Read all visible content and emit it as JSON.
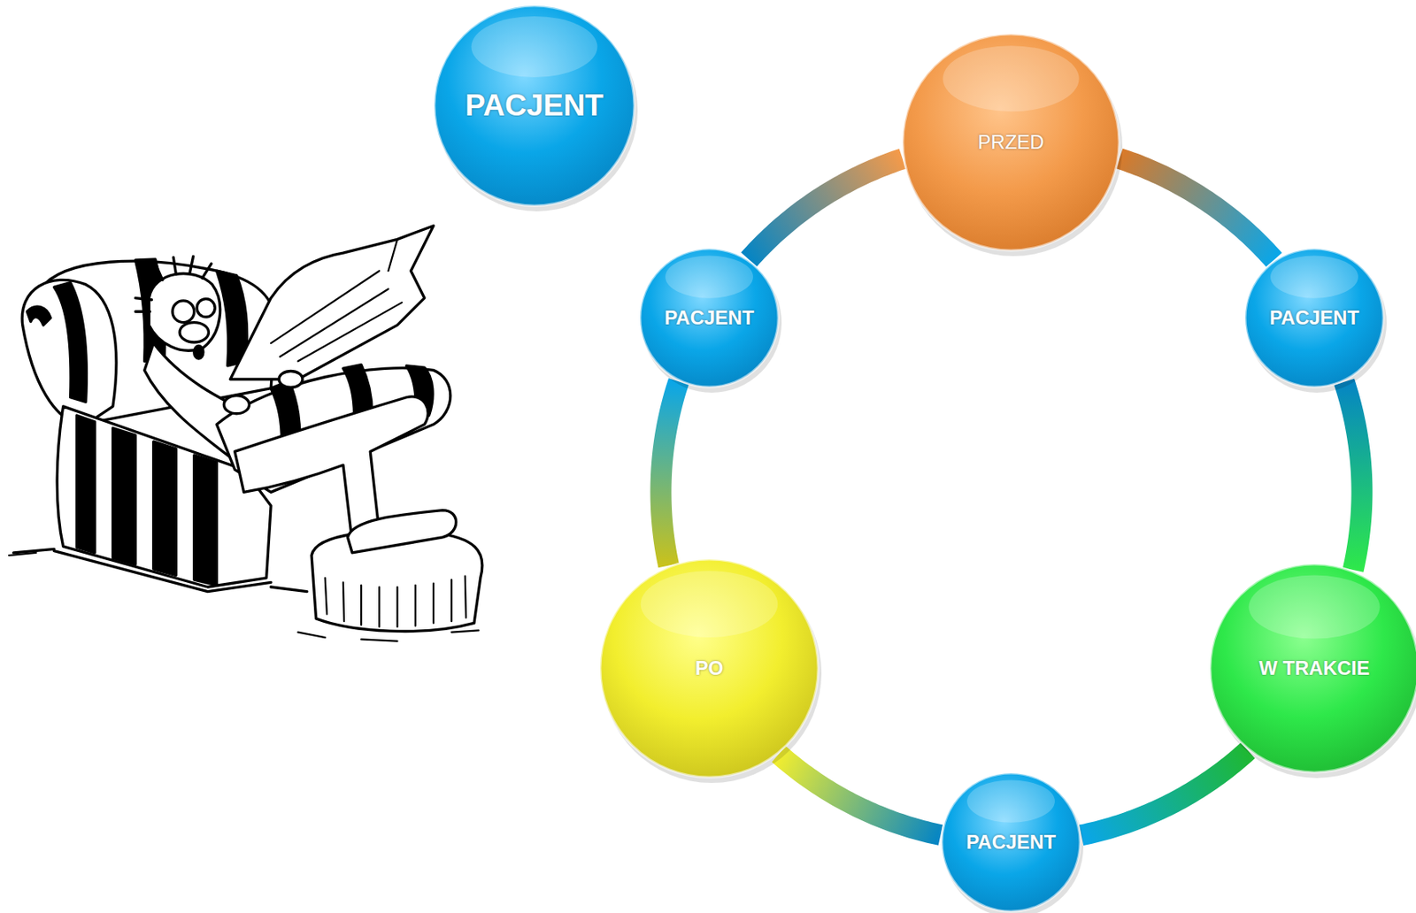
{
  "diagram": {
    "nodes": [
      {
        "text": [
          "PACJENT"
        ]
      },
      {
        "text": [
          "PRZED"
        ]
      },
      {
        "text": [
          "PACJENT"
        ]
      },
      {
        "text": [
          "PACJENT"
        ]
      },
      {
        "text": [
          "PO"
        ]
      },
      {
        "text": [
          "W TRAKCIE"
        ]
      },
      {
        "text": [
          "PACJENT"
        ]
      }
    ],
    "edges": [
      {
        "from": 1,
        "to": 3,
        "arrow": "none"
      },
      {
        "from": 3,
        "to": 5,
        "arrow": "none"
      },
      {
        "from": 5,
        "to": 6,
        "arrow": "none"
      },
      {
        "from": 6,
        "to": 4,
        "arrow": "none"
      },
      {
        "from": 4,
        "to": 2,
        "arrow": "none"
      },
      {
        "from": 2,
        "to": 1,
        "arrow": "none"
      }
    ]
  }
}
